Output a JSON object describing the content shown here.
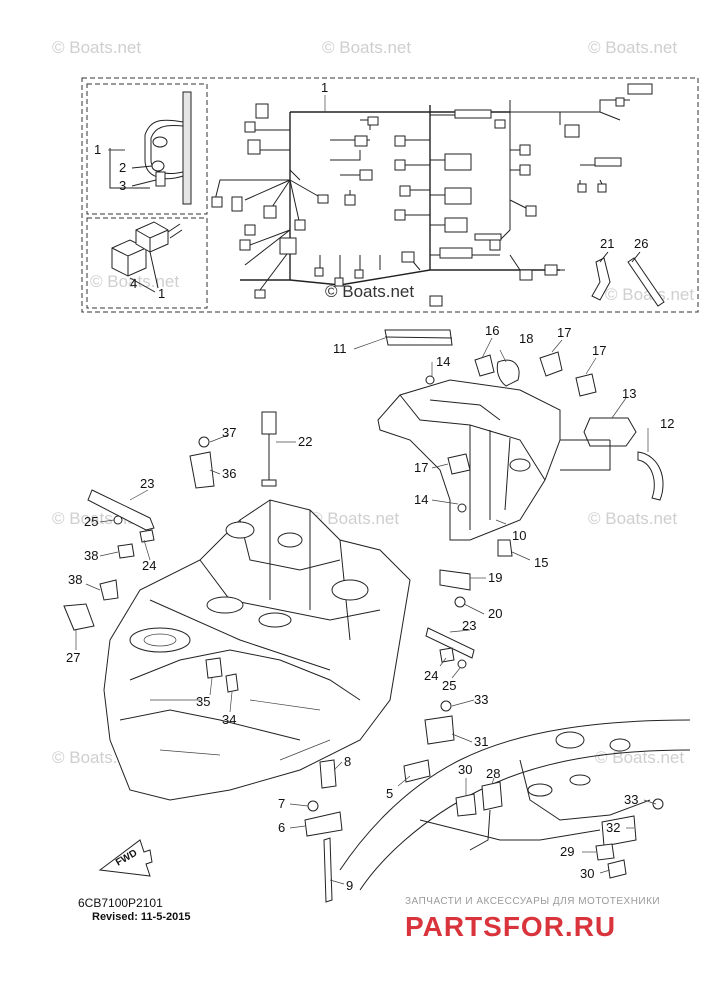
{
  "watermarks": {
    "boats_top_left": "© Boats.net",
    "boats_top_mid": "© Boats.net",
    "boats_top_right": "© Boats.net",
    "boats_center_main": "© Boats.net",
    "boats_mid_left": "© Boats.net",
    "boats_mid_right": "© Boats.net",
    "boats_harness_left": "© Boats.net",
    "boats_harness_right": "© Boats.net",
    "boats_lower_left": "© Boats.net",
    "boats_lower_right": "© Boats.net",
    "boats_mid_center": "© Boats.net"
  },
  "diagram": {
    "part_number": "6CB7100P2101",
    "revised": "Revised: 11-5-2015",
    "fwd_label": "FWD"
  },
  "brand": {
    "name": "PARTSFOR.RU",
    "tagline": "ЗАПЧАСТИ И АКСЕССУАРЫ ДЛЯ МОТОТЕХНИКИ"
  },
  "callouts": {
    "c1_harness": "1",
    "c1_inset_a": "1",
    "c1_inset_b": "1",
    "c2": "2",
    "c3": "3",
    "c4": "4",
    "c5": "5",
    "c6": "6",
    "c7": "7",
    "c8": "8",
    "c9": "9",
    "c10": "10",
    "c11": "11",
    "c12": "12",
    "c13": "13",
    "c14a": "14",
    "c14b": "14",
    "c15": "15",
    "c16": "16",
    "c17a": "17",
    "c17b": "17",
    "c17c": "17",
    "c18": "18",
    "c19": "19",
    "c20": "20",
    "c21": "21",
    "c22": "22",
    "c23a": "23",
    "c23b": "23",
    "c24a": "24",
    "c24b": "24",
    "c25a": "25",
    "c25b": "25",
    "c26": "26",
    "c27": "27",
    "c28": "28",
    "c29": "29",
    "c30a": "30",
    "c30b": "30",
    "c31": "31",
    "c32": "32",
    "c33a": "33",
    "c33b": "33",
    "c34": "34",
    "c35": "35",
    "c36": "36",
    "c37": "37",
    "c38a": "38",
    "c38b": "38"
  }
}
